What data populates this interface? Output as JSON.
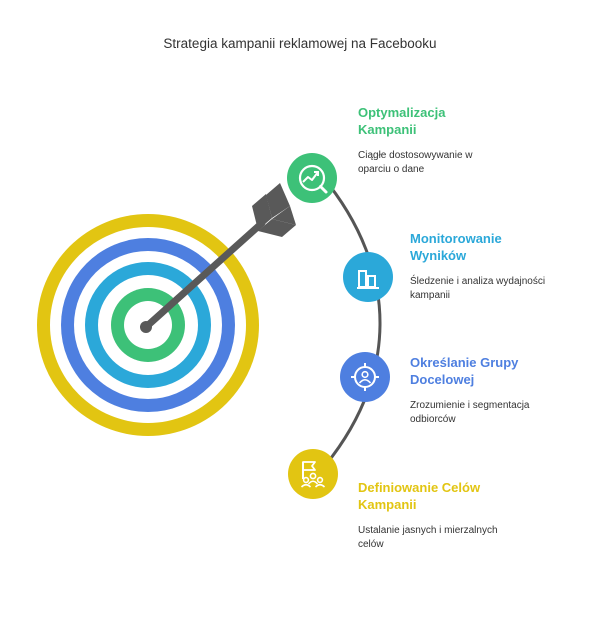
{
  "title": "Strategia kampanii reklamowej na Facebooku",
  "colors": {
    "outer_ring": "#E2C512",
    "blue_ring": "#4E7FE0",
    "cyan_ring": "#2BA8D9",
    "green_center": "#3DC178",
    "arrow": "#595959",
    "arc": "#555555"
  },
  "steps": [
    {
      "heading": "Optymalizacja Kampanii",
      "description": "Ciągłe dostosowywanie w oparciu o dane",
      "icon": "chart-magnifier-icon",
      "color": "#3DC178"
    },
    {
      "heading": "Monitorowanie Wyników",
      "description": "Śledzenie i analiza wydajności kampanii",
      "icon": "bar-chart-icon",
      "color": "#2BA8D9"
    },
    {
      "heading": "Określanie Grupy Docelowej",
      "description": "Zrozumienie i segmentacja odbiorców",
      "icon": "target-person-icon",
      "color": "#4E7FE0"
    },
    {
      "heading": "Definiowanie Celów Kampanii",
      "description": "Ustalanie jasnych i mierzalnych celów",
      "icon": "flag-team-icon",
      "color": "#E2C512"
    }
  ]
}
